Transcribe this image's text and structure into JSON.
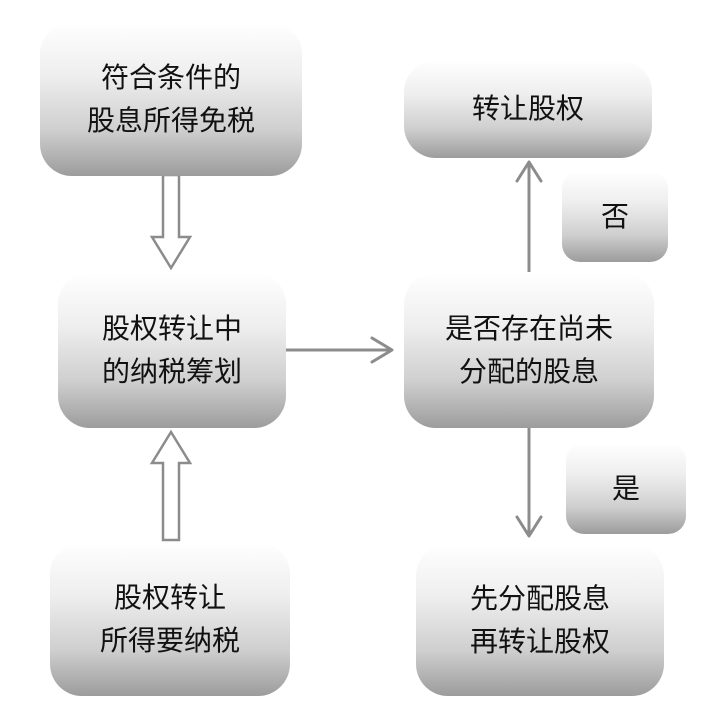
{
  "boxes": {
    "exempt": {
      "line1": "符合条件的",
      "line2": "股息所得免税"
    },
    "plan": {
      "line1": "股权转让中",
      "line2": "的纳税筹划"
    },
    "tax": {
      "line1": "股权转让",
      "line2": "所得要纳税"
    },
    "transfer": {
      "line1": "转让股权"
    },
    "check": {
      "line1": "是否存在尚未",
      "line2": "分配的股息"
    },
    "first": {
      "line1": "先分配股息",
      "line2": "再转让股权"
    }
  },
  "labels": {
    "no": "否",
    "yes": "是"
  },
  "colors": {
    "arrow": "#8c8c8c",
    "box_light": "#ffffff",
    "box_dark": "#9c9c9c"
  }
}
